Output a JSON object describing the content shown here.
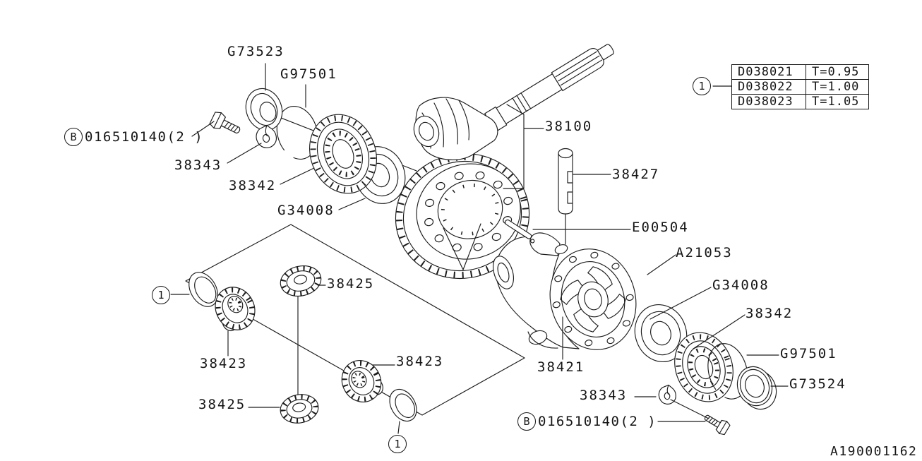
{
  "diagram": {
    "drawing_number": "A190001162",
    "part_labels": {
      "g73523": "G73523",
      "g97501_top": "G97501",
      "p38343_top": "38343",
      "p38342_top": "38342",
      "g34008_top": "G34008",
      "p38100": "38100",
      "p38427": "38427",
      "e00504": "E00504",
      "a21053": "A21053",
      "g34008_right": "G34008",
      "p38342_right": "38342",
      "g97501_right": "G97501",
      "g73524": "G73524",
      "p38421": "38421",
      "p38343_bottom": "38343",
      "p38425_top": "38425",
      "p38423_left": "38423",
      "p38423_right": "38423",
      "p38425_bottom": "38425"
    },
    "bolt_callout": {
      "marker": "B",
      "text": "016510140(2 )"
    },
    "shim_marker": "1",
    "shim_table": {
      "rows": [
        {
          "part": "D038021",
          "thickness": "T=0.95"
        },
        {
          "part": "D038022",
          "thickness": "T=1.00"
        },
        {
          "part": "D038023",
          "thickness": "T=1.05"
        }
      ]
    }
  }
}
